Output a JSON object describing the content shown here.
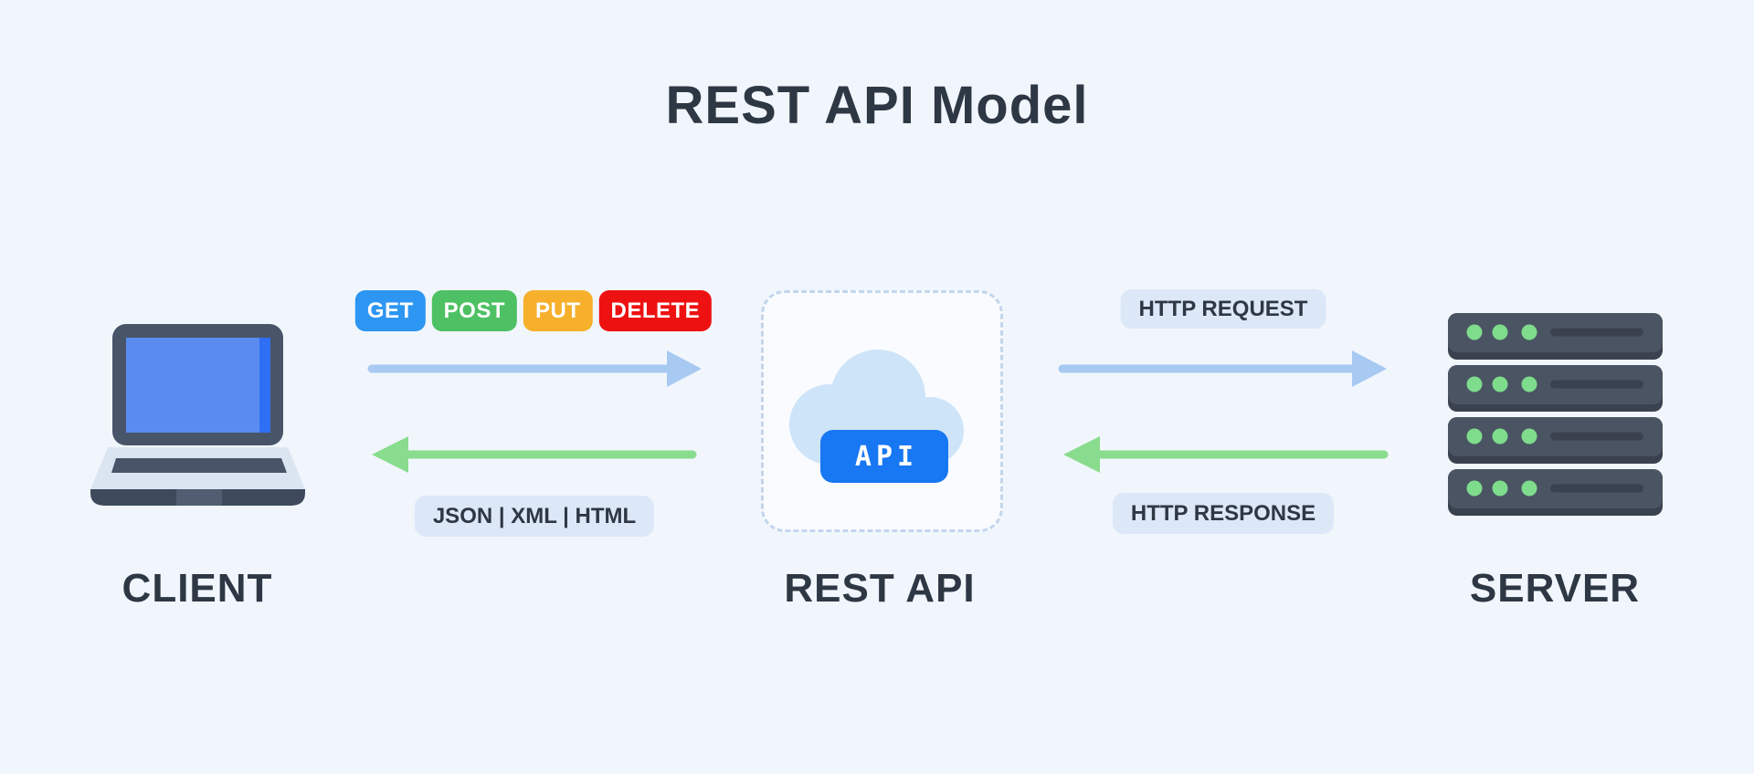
{
  "title": "REST API Model",
  "colors": {
    "background": "#f1f6fc",
    "text_dark": "#2e3744",
    "arrow_blue": "#a7c9f2",
    "arrow_green": "#89dc8d",
    "pill_bg": "#dce8f8",
    "dashed_border": "#c3d6ec",
    "cloud": "#cee4f8",
    "api_chip_bg": "#1877f2",
    "server_dot": "#7edc8c"
  },
  "nodes": {
    "client": {
      "label": "CLIENT",
      "icon": "laptop-icon"
    },
    "rest_api": {
      "label": "REST API",
      "chip_label": "API",
      "icon": "cloud-icon"
    },
    "server": {
      "label": "SERVER",
      "icon": "server-rack-icon"
    }
  },
  "client_to_api": {
    "methods": [
      {
        "label": "GET",
        "color": "#2d96f2"
      },
      {
        "label": "POST",
        "color": "#4dc163"
      },
      {
        "label": "PUT",
        "color": "#f6b02c"
      },
      {
        "label": "DELETE",
        "color": "#ee1111"
      }
    ],
    "response_formats_label": "JSON | XML | HTML"
  },
  "api_to_server": {
    "request_label": "HTTP REQUEST",
    "response_label": "HTTP RESPONSE"
  }
}
